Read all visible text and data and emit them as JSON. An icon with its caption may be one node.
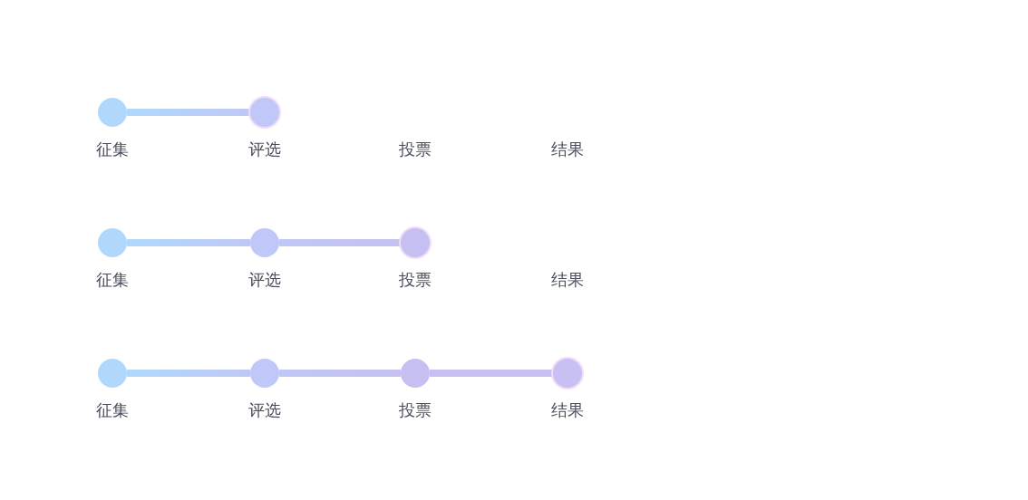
{
  "diagram": {
    "nodes": [
      {
        "text": [],
        "shape": "circle",
        "beside": [
          "征集"
        ]
      },
      {
        "text": [],
        "shape": "circle",
        "beside": [
          "评选"
        ]
      },
      {
        "text": [],
        "shape": "circle",
        "beside": [
          "征集"
        ]
      },
      {
        "text": [],
        "shape": "circle",
        "beside": [
          "评选"
        ]
      },
      {
        "text": [],
        "shape": "circle",
        "beside": [
          "投票"
        ]
      },
      {
        "text": [],
        "shape": "circle",
        "beside": [
          "征集"
        ]
      },
      {
        "text": [],
        "shape": "circle",
        "beside": [
          "评选"
        ]
      },
      {
        "text": [],
        "shape": "circle",
        "beside": [
          "投票"
        ]
      },
      {
        "text": [],
        "shape": "circle",
        "beside": [
          "结果"
        ]
      }
    ],
    "edges": [
      {
        "from": 0,
        "to": 1,
        "arrow": "none"
      },
      {
        "from": 2,
        "to": 3,
        "arrow": "none"
      },
      {
        "from": 3,
        "to": 4,
        "arrow": "none"
      },
      {
        "from": 5,
        "to": 6,
        "arrow": "none"
      },
      {
        "from": 6,
        "to": 7,
        "arrow": "none"
      },
      {
        "from": 7,
        "to": 8,
        "arrow": "none"
      }
    ],
    "labels": [
      "投票",
      "结果",
      "结果"
    ]
  }
}
